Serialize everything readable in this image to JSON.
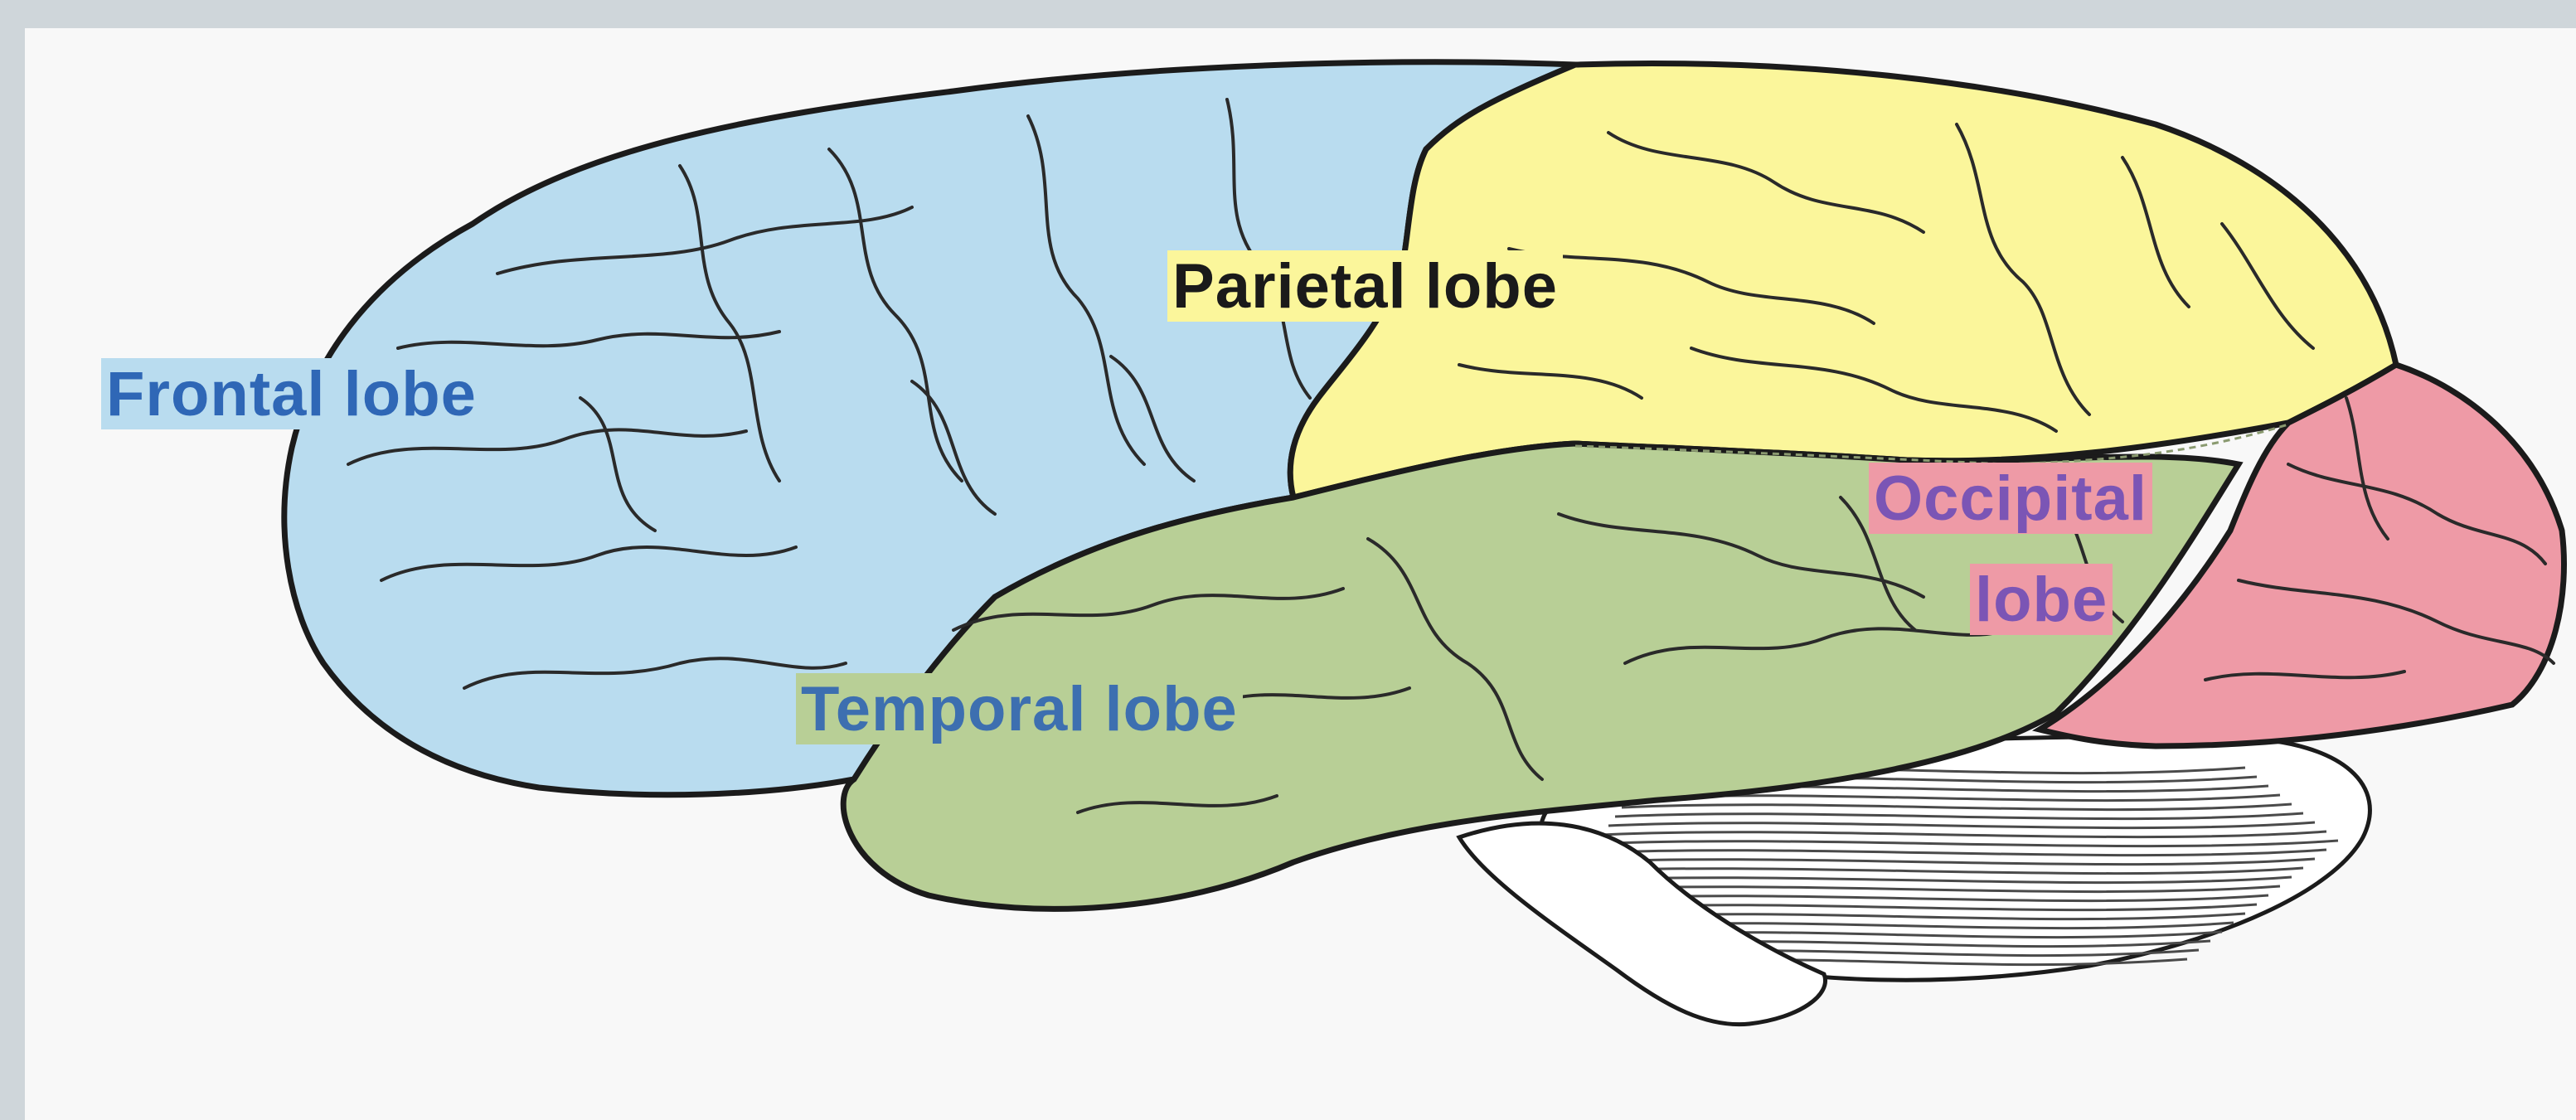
{
  "diagram": {
    "labels": {
      "frontal": "Frontal lobe",
      "parietal": "Parietal lobe",
      "temporal": "Temporal lobe",
      "occipital_line1": "Occipital",
      "occipital_line2": "lobe"
    },
    "colors": {
      "frontal_fill": "#b9dcef",
      "parietal_fill": "#fbf69b",
      "temporal_fill": "#b8cf96",
      "occipital_fill": "#ee9aa6",
      "cerebellum_fill": "#ffffff",
      "outline": "#1b1b1b",
      "frontal_text": "#2f67b6",
      "parietal_text": "#1a1a1a",
      "temporal_text": "#3d6fb0",
      "occipital_text": "#7b55b5",
      "frontal_label_bg": "#b9dcef",
      "parietal_label_bg": "#fbf69b",
      "temporal_label_bg": "#b8cf96",
      "occipital_label_bg": "#ee9aa6",
      "background": "#cfd6da",
      "panel": "#f8f8f8"
    }
  }
}
